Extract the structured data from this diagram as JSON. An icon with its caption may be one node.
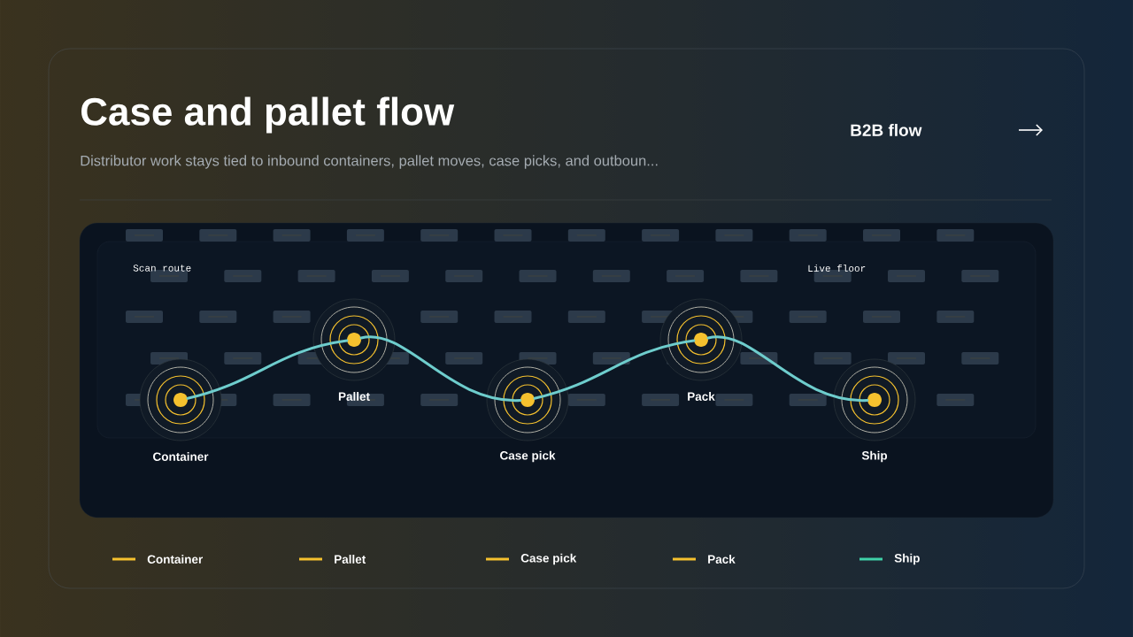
{
  "diagram": {
    "title": "Case and pallet flow",
    "caption": "Distributor work stays tied to inbound containers, pallet moves, case picks, and outboun...",
    "nodes": [
      {
        "text": [
          "Container"
        ]
      },
      {
        "text": [
          "Pallet"
        ]
      },
      {
        "text": [
          "Case pick"
        ]
      },
      {
        "text": [
          "Pack"
        ]
      },
      {
        "text": [
          "Ship"
        ]
      }
    ],
    "edges": [
      {
        "from": 0,
        "to": 1,
        "arrow": "none"
      },
      {
        "from": 1,
        "to": 2,
        "arrow": "none"
      },
      {
        "from": 2,
        "to": 3,
        "arrow": "none"
      },
      {
        "from": 3,
        "to": 4,
        "arrow": "none"
      }
    ],
    "labels": [
      "B2B flow",
      "Scan route",
      "Live floor"
    ],
    "legend": [
      {
        "text": "Container",
        "color": "#f5c12e"
      },
      {
        "text": "Pallet",
        "color": "#f5c12e"
      },
      {
        "text": "Case pick",
        "color": "#f5c12e"
      },
      {
        "text": "Pack",
        "color": "#f5c12e"
      },
      {
        "text": "Ship",
        "color": "#3fd1a8"
      }
    ]
  }
}
